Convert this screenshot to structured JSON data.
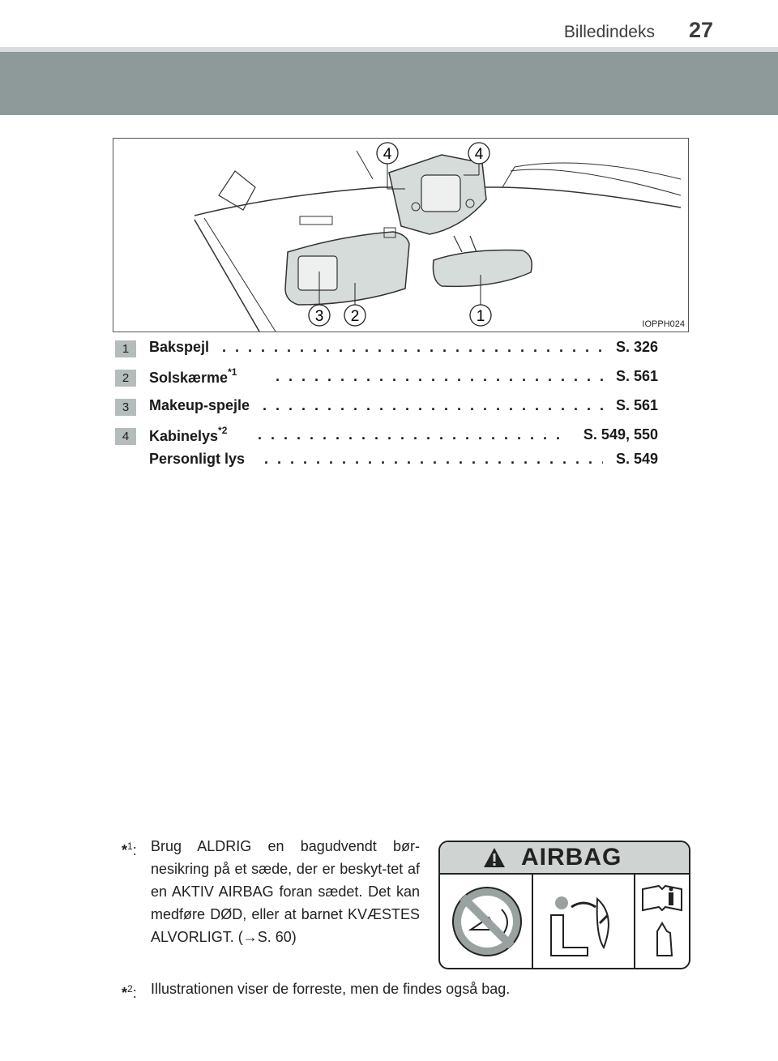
{
  "header": {
    "section_title": "Billedindeks",
    "page_number": "27"
  },
  "figure": {
    "code": "IOPPH024",
    "callouts": [
      "4",
      "4",
      "3",
      "2",
      "1"
    ]
  },
  "legend": [
    {
      "num": "1",
      "label": "Bakspejl",
      "sup": "",
      "page": "S. 326"
    },
    {
      "num": "2",
      "label": "Solskærme",
      "sup": "*1",
      "page": "S. 561"
    },
    {
      "num": "3",
      "label": "Makeup-spejle",
      "sup": "",
      "page": "S. 561"
    },
    {
      "num": "4",
      "label": "Kabinelys",
      "sup": "*2",
      "page": "S. 549, 550"
    },
    {
      "num": "",
      "label": "Personligt lys",
      "sup": "",
      "page": "S. 549"
    }
  ],
  "footnotes": {
    "fn1_mark": "*",
    "fn1_sup": "1",
    "fn1_text": "Brug ALDRIG en bagudvendt bør-nesikring på et sæde, der er beskyt-tet af en AKTIV AIRBAG foran sædet. Det kan medføre DØD, eller at barnet KVÆSTES ALVORLIGT. (→S. 60)",
    "fn2_mark": "*",
    "fn2_sup": "2",
    "fn2_text": "Illustrationen viser de forreste, men de findes også bag."
  },
  "airbag_label": {
    "word": "AIRBAG"
  },
  "colors": {
    "header_band": "#8d9a99",
    "number_box": "#b5bcbc",
    "part_highlight": "#d6dcd9"
  }
}
